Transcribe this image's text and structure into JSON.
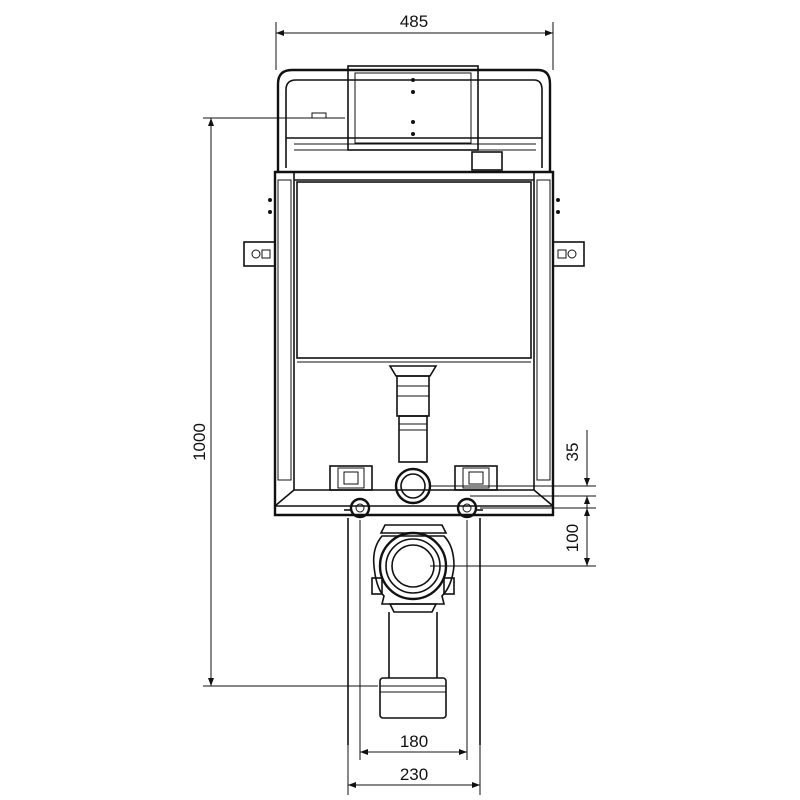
{
  "diagram": {
    "dimensions": {
      "overall_width": "485",
      "overall_height": "1000",
      "inlet_offset": "35",
      "outlet_offset": "100",
      "bolt_spacing": "180",
      "foot_spacing": "230"
    },
    "colors": {
      "line": "#111111",
      "background": "#ffffff",
      "fill_light": "#ffffff"
    }
  }
}
